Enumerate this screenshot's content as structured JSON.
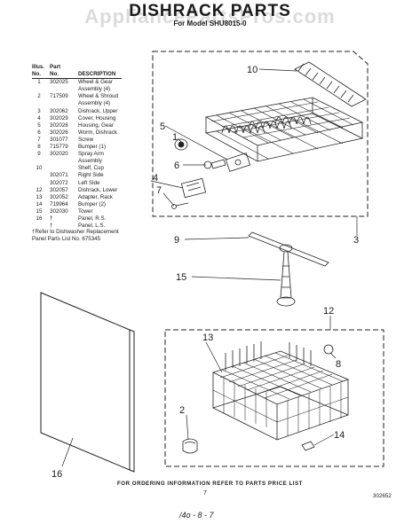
{
  "header": {
    "title": "DISHRACK PARTS",
    "model_line": "For Model SHU8015-0",
    "watermark": "AppliancePartsPros.com"
  },
  "parts_table": {
    "columns": [
      "Illus. No.",
      "Part No.",
      "DESCRIPTION"
    ],
    "col_illus_1": "Illus.",
    "col_illus_2": "No.",
    "col_part_1": "Part",
    "col_part_2": "No.",
    "col_desc": "DESCRIPTION",
    "rows": [
      {
        "illus": "1",
        "part": "302025",
        "desc": "Wheel & Gear"
      },
      {
        "illus": "",
        "part": "",
        "desc": "Assembly (4)"
      },
      {
        "illus": "2",
        "part": "717509",
        "desc": "Wheel & Shroud"
      },
      {
        "illus": "",
        "part": "",
        "desc": "Assembly (4)"
      },
      {
        "illus": "3",
        "part": "302062",
        "desc": "Dishrack, Upper"
      },
      {
        "illus": "4",
        "part": "302029",
        "desc": "Cover, Housing"
      },
      {
        "illus": "5",
        "part": "302028",
        "desc": "Housing, Gear"
      },
      {
        "illus": "6",
        "part": "302026",
        "desc": "Worm, Dishrack"
      },
      {
        "illus": "7",
        "part": "301077",
        "desc": "Screw"
      },
      {
        "illus": "8",
        "part": "715779",
        "desc": "Bumper (1)"
      },
      {
        "illus": "9",
        "part": "302020",
        "desc": "Spray Arm"
      },
      {
        "illus": "",
        "part": "",
        "desc": "Assembly"
      },
      {
        "illus": "10",
        "part": "",
        "desc": "Shelf, Cup"
      },
      {
        "illus": "",
        "part": "302071",
        "desc": "Right Side"
      },
      {
        "illus": "",
        "part": "302072",
        "desc": "Left Side"
      },
      {
        "illus": "12",
        "part": "302057",
        "desc": "Dishrack, Lower"
      },
      {
        "illus": "13",
        "part": "302052",
        "desc": "Adapter, Rack"
      },
      {
        "illus": "14",
        "part": "719964",
        "desc": "Bumper (2)"
      },
      {
        "illus": "15",
        "part": "302030",
        "desc": "Tower"
      },
      {
        "illus": "16",
        "part": "†",
        "desc": "Panel, R.S."
      },
      {
        "illus": "",
        "part": "†",
        "desc": "Panel, L.S."
      }
    ]
  },
  "footnote": {
    "line1": "†Refer to Dishwasher Replacement",
    "line2": "Panel Parts List No. 675345"
  },
  "callouts": {
    "c1": "1",
    "c2": "2",
    "c3": "3",
    "c4": "4",
    "c5": "5",
    "c6": "6",
    "c7": "7",
    "c8": "8",
    "c9": "9",
    "c10": "10",
    "c12": "12",
    "c13": "13",
    "c14": "14",
    "c15": "15",
    "c16": "16"
  },
  "footer": {
    "ordering_info": "FOR ORDERING INFORMATION REFER TO PARTS PRICE LIST",
    "page_number": "7",
    "doc_number": "302652",
    "handwritten": "/4o - 8 - 7"
  }
}
